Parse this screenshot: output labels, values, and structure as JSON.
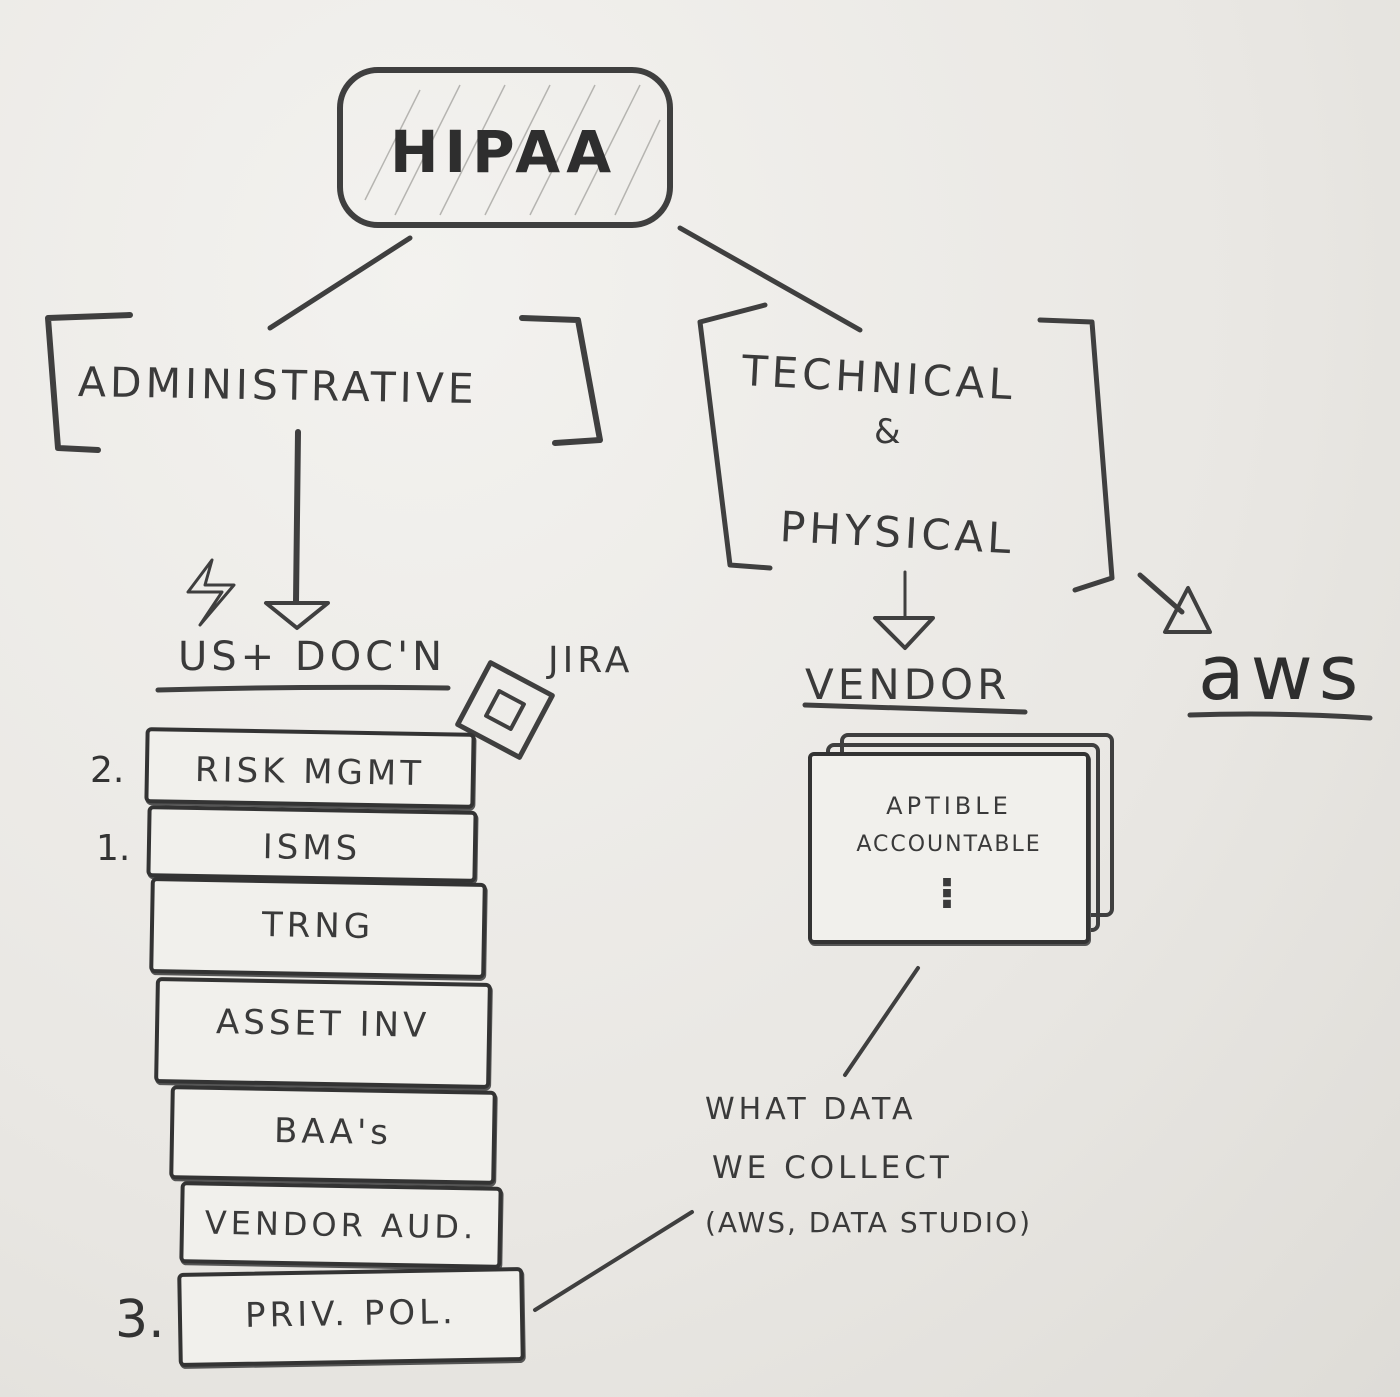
{
  "root": {
    "label": "HIPAA"
  },
  "branches": {
    "administrative": "ADMINISTRATIVE",
    "technical": "TECHNICAL",
    "ampersand": "&",
    "physical": "PHYSICAL"
  },
  "admin": {
    "heading": "US+ DOC'N",
    "tool": "JIRA",
    "stack": [
      {
        "label": "RISK MGMT",
        "num": "2."
      },
      {
        "label": "ISMS",
        "num": "1."
      },
      {
        "label": "TRNG",
        "num": ""
      },
      {
        "label": "ASSET INV",
        "num": ""
      },
      {
        "label": "BAA's",
        "num": ""
      },
      {
        "label": "VENDOR AUD.",
        "num": ""
      },
      {
        "label": "PRIV. POL.",
        "num": "3."
      }
    ]
  },
  "technical": {
    "vendor_heading": "VENDOR",
    "cloud": "aws",
    "cards": {
      "line1": "APTIBLE",
      "line2": "ACCOUNTABLE",
      "more": "⁝"
    }
  },
  "note": {
    "line1": "WHAT DATA",
    "line2": "WE COLLECT",
    "line3": "(AWS, DATA STUDIO)"
  },
  "icons": [
    "lightning-bolt-icon",
    "jira-diamond-icon",
    "arrow-down-icon"
  ],
  "colors": {
    "pencil": "#3f3f3f",
    "paper": "#eceae6",
    "shade": "#b9b8b4"
  }
}
